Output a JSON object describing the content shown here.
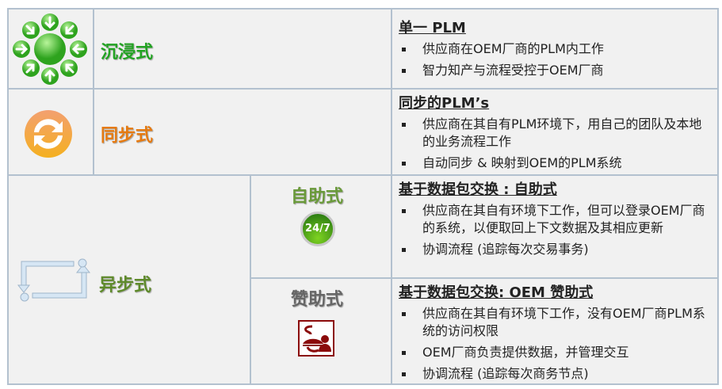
{
  "rows": [
    {
      "label": "沉浸式",
      "label_color": "#22a322",
      "icon": "converging-arrows-icon",
      "heading": "单一 PLM",
      "bullets": [
        "供应商在OEM厂商的PLM内工作",
        "智力知产与流程受控于OEM厂商"
      ]
    },
    {
      "label": "同步式",
      "label_color": "#e67a10",
      "icon": "sync-icon",
      "heading": "同步的PLM’s",
      "bullets": [
        "供应商在其自有PLM环境下，用自己的团队及本地的业务流程工作",
        "自动同步 & 映射到OEM的PLM系统"
      ]
    }
  ],
  "async": {
    "label": "异步式",
    "label_color": "#5e8a2a",
    "icon": "async-loop-icon",
    "sub": [
      {
        "label": "自助式",
        "label_color": "#6a9a3a",
        "icon": "24-7-icon",
        "badge": "24/7",
        "heading": "基于数据包交换 : 自助式",
        "bullets": [
          "供应商在其自有环境下工作，但可以登录OEM厂商的系统，以便取回上下文数据及其相应更新",
          "协调流程 (追踪每次交易事务)"
        ]
      },
      {
        "label": "赞助式",
        "label_color": "#666666",
        "icon": "service-provider-icon",
        "heading": "基于数据包交换: OEM 赞助式",
        "bullets": [
          "供应商在其自有环境下工作，没有OEM厂商PLM系统的访问权限",
          "OEM厂商负责提供数据，并管理交互",
          "协调流程 (追踪每次商务节点)"
        ]
      }
    ]
  }
}
